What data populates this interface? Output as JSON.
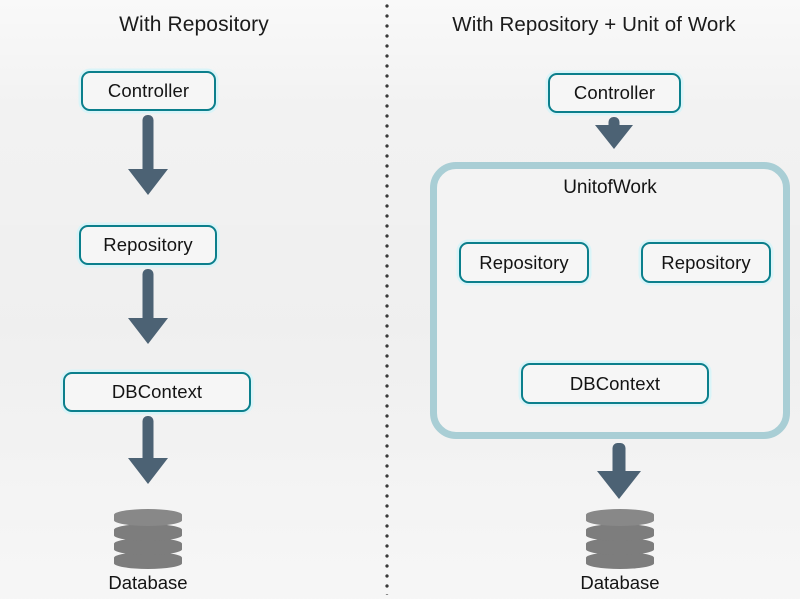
{
  "diagram": {
    "background_color": "#f2f2f2",
    "node_border_color": "#0b7f8c",
    "node_glow_color": "#d9f4f8",
    "arrow_color": "#4c6274",
    "container_border_color": "#a9ced5",
    "database_color": "#7d7d7d",
    "divider_color": "#3a3a3a"
  },
  "left_panel": {
    "title": "With Repository",
    "nodes": {
      "controller": "Controller",
      "repository": "Repository",
      "dbcontext": "DBContext"
    },
    "database_caption": "Database",
    "database_icon": "database-cylinder-icon",
    "arrows": [
      {
        "name": "controller-to-repository",
        "icon": "arrow-down-icon"
      },
      {
        "name": "repository-to-dbcontext",
        "icon": "arrow-down-icon"
      },
      {
        "name": "dbcontext-to-database",
        "icon": "arrow-down-icon"
      }
    ]
  },
  "right_panel": {
    "title": "With Repository + Unit of Work",
    "nodes": {
      "controller": "Controller",
      "unitofwork": "UnitofWork",
      "repository_left": "Repository",
      "repository_right": "Repository",
      "dbcontext": "DBContext"
    },
    "database_caption": "Database",
    "database_icon": "database-cylinder-icon",
    "arrows": [
      {
        "name": "controller-to-unitofwork",
        "icon": "arrow-down-icon"
      },
      {
        "name": "unitofwork-to-database",
        "icon": "arrow-down-icon"
      }
    ]
  }
}
